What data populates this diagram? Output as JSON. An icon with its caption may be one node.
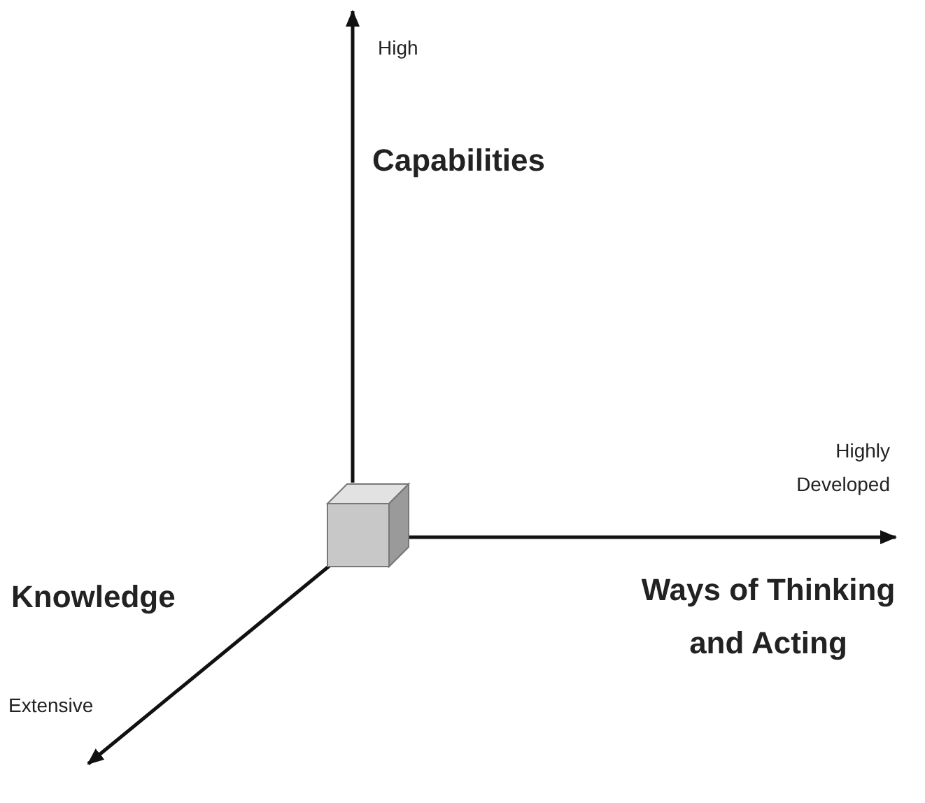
{
  "diagram": {
    "labels": [
      "High",
      "Capabilities",
      "Highly Developed",
      "Ways of Thinking and Acting",
      "Knowledge",
      "Extensive"
    ]
  }
}
